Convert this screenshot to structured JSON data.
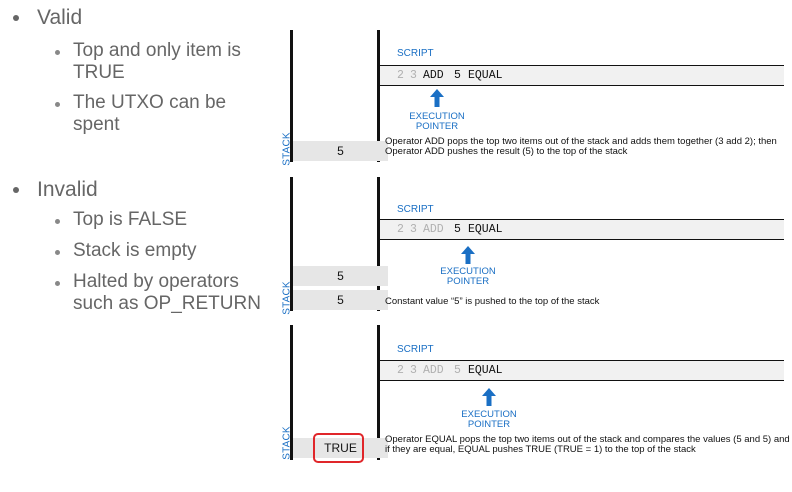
{
  "bullets": {
    "valid": {
      "label": "Valid",
      "items": [
        "Top and only item is TRUE",
        "The UTXO can be spent"
      ]
    },
    "invalid": {
      "label": "Invalid",
      "items": [
        "Top is FALSE",
        "Stack is empty",
        "Halted by operators such as OP_RETURN"
      ]
    }
  },
  "diagram": {
    "stack_label": "STACK",
    "script_label": "SCRIPT",
    "exec_pointer": "EXECUTION POINTER",
    "tokens": [
      "2",
      "3",
      "ADD",
      "5",
      "EQUAL"
    ],
    "panels": [
      {
        "stack": [
          "5"
        ],
        "executed_up_to": 2,
        "description": "Operator ADD pops the top two items out of the stack and adds them together (3 add 2); then Operator ADD pushes the result (5) to the top of the stack"
      },
      {
        "stack": [
          "5",
          "5"
        ],
        "executed_up_to": 3,
        "description": "Constant value “5” is pushed to the top of the stack"
      },
      {
        "stack": [
          "TRUE"
        ],
        "executed_up_to": 4,
        "description": "Operator EQUAL pops the top two items out of the stack and compares the values (5 and 5) and if they are equal, EQUAL pushes TRUE (TRUE = 1) to the top of the stack"
      }
    ]
  },
  "colors": {
    "accent": "#1a6fc4",
    "highlight": "#e0262a",
    "bullet_text": "#666666"
  }
}
